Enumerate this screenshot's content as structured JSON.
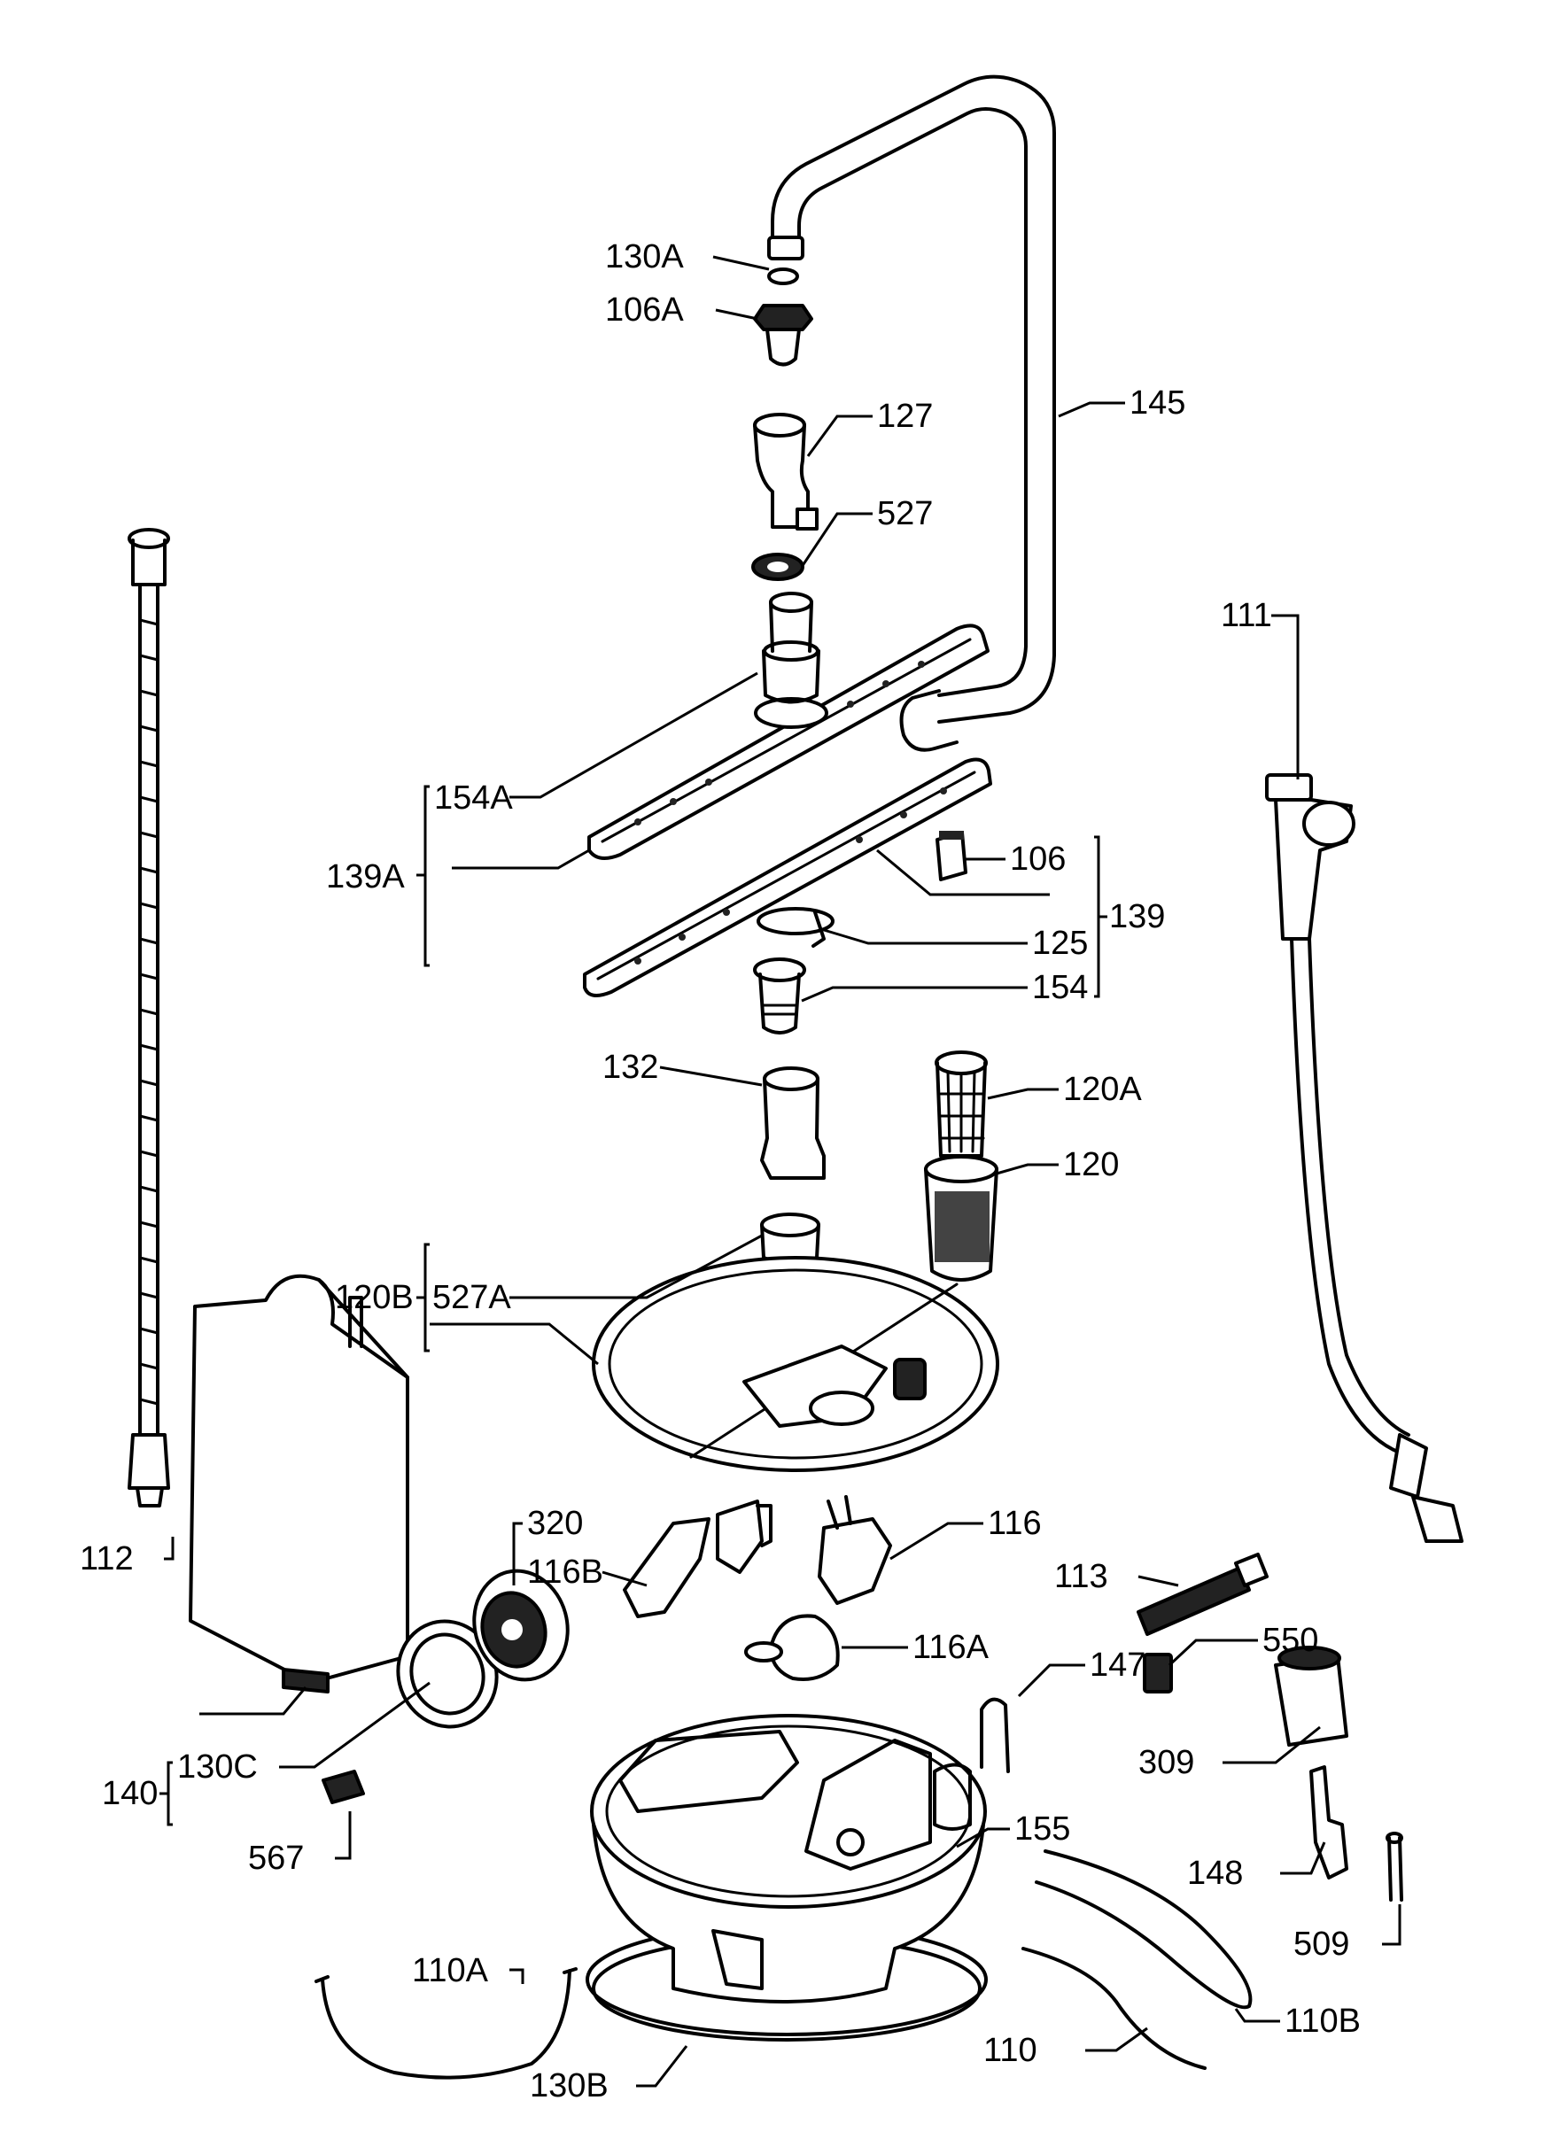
{
  "diagram": {
    "labels": {
      "l130A": "130A",
      "l106A": "106A",
      "l127": "127",
      "l145": "145",
      "l527": "527",
      "l111": "111",
      "l154A": "154A",
      "l139A": "139A",
      "l106": "106",
      "l139": "139",
      "l125": "125",
      "l154": "154",
      "l132": "132",
      "l120A": "120A",
      "l120": "120",
      "l120B": "120B",
      "l527A": "527A",
      "l320": "320",
      "l116": "116",
      "l116B": "116B",
      "l113": "113",
      "l112": "112",
      "l550": "550",
      "l116A": "116A",
      "l147": "147",
      "l309": "309",
      "l140": "140",
      "l130C": "130C",
      "l155": "155",
      "l567": "567",
      "l148": "148",
      "l509": "509",
      "l110A": "110A",
      "l110B": "110B",
      "l110": "110",
      "l130B": "130B"
    }
  }
}
